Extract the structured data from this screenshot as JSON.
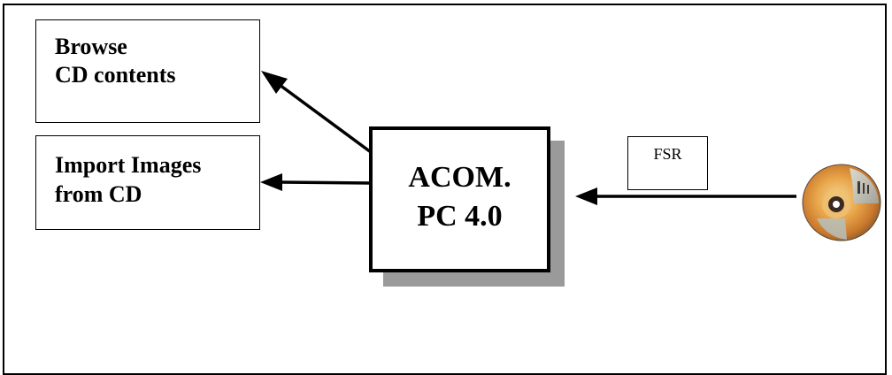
{
  "boxes": {
    "browse": {
      "lines": [
        "Browse",
        "CD contents"
      ]
    },
    "import": {
      "lines": [
        "Import Images",
        "from CD"
      ]
    },
    "pc": {
      "lines": [
        "ACOM.",
        "PC 4.0"
      ]
    },
    "fsr": {
      "label": "FSR"
    }
  },
  "icons": {
    "cd": "cd-disc-icon"
  }
}
